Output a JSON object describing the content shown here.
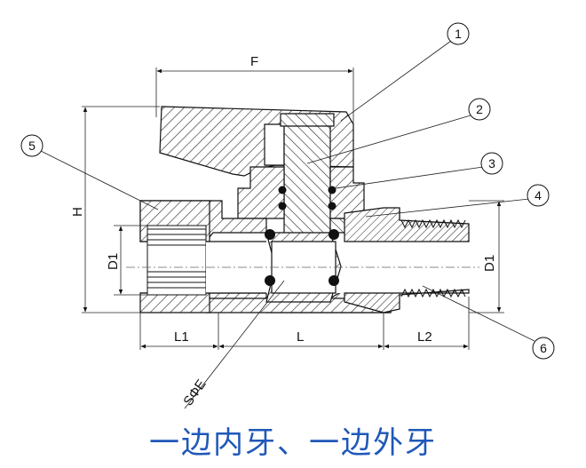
{
  "caption": "一边内牙、一边外牙",
  "dimensions": {
    "F": "F",
    "H": "H",
    "D1_left": "D1",
    "D1_right": "D1",
    "L1": "L1",
    "L": "L",
    "L2": "L2",
    "SOE": "SΦE"
  },
  "callouts": [
    "1",
    "2",
    "3",
    "4",
    "5",
    "6"
  ]
}
